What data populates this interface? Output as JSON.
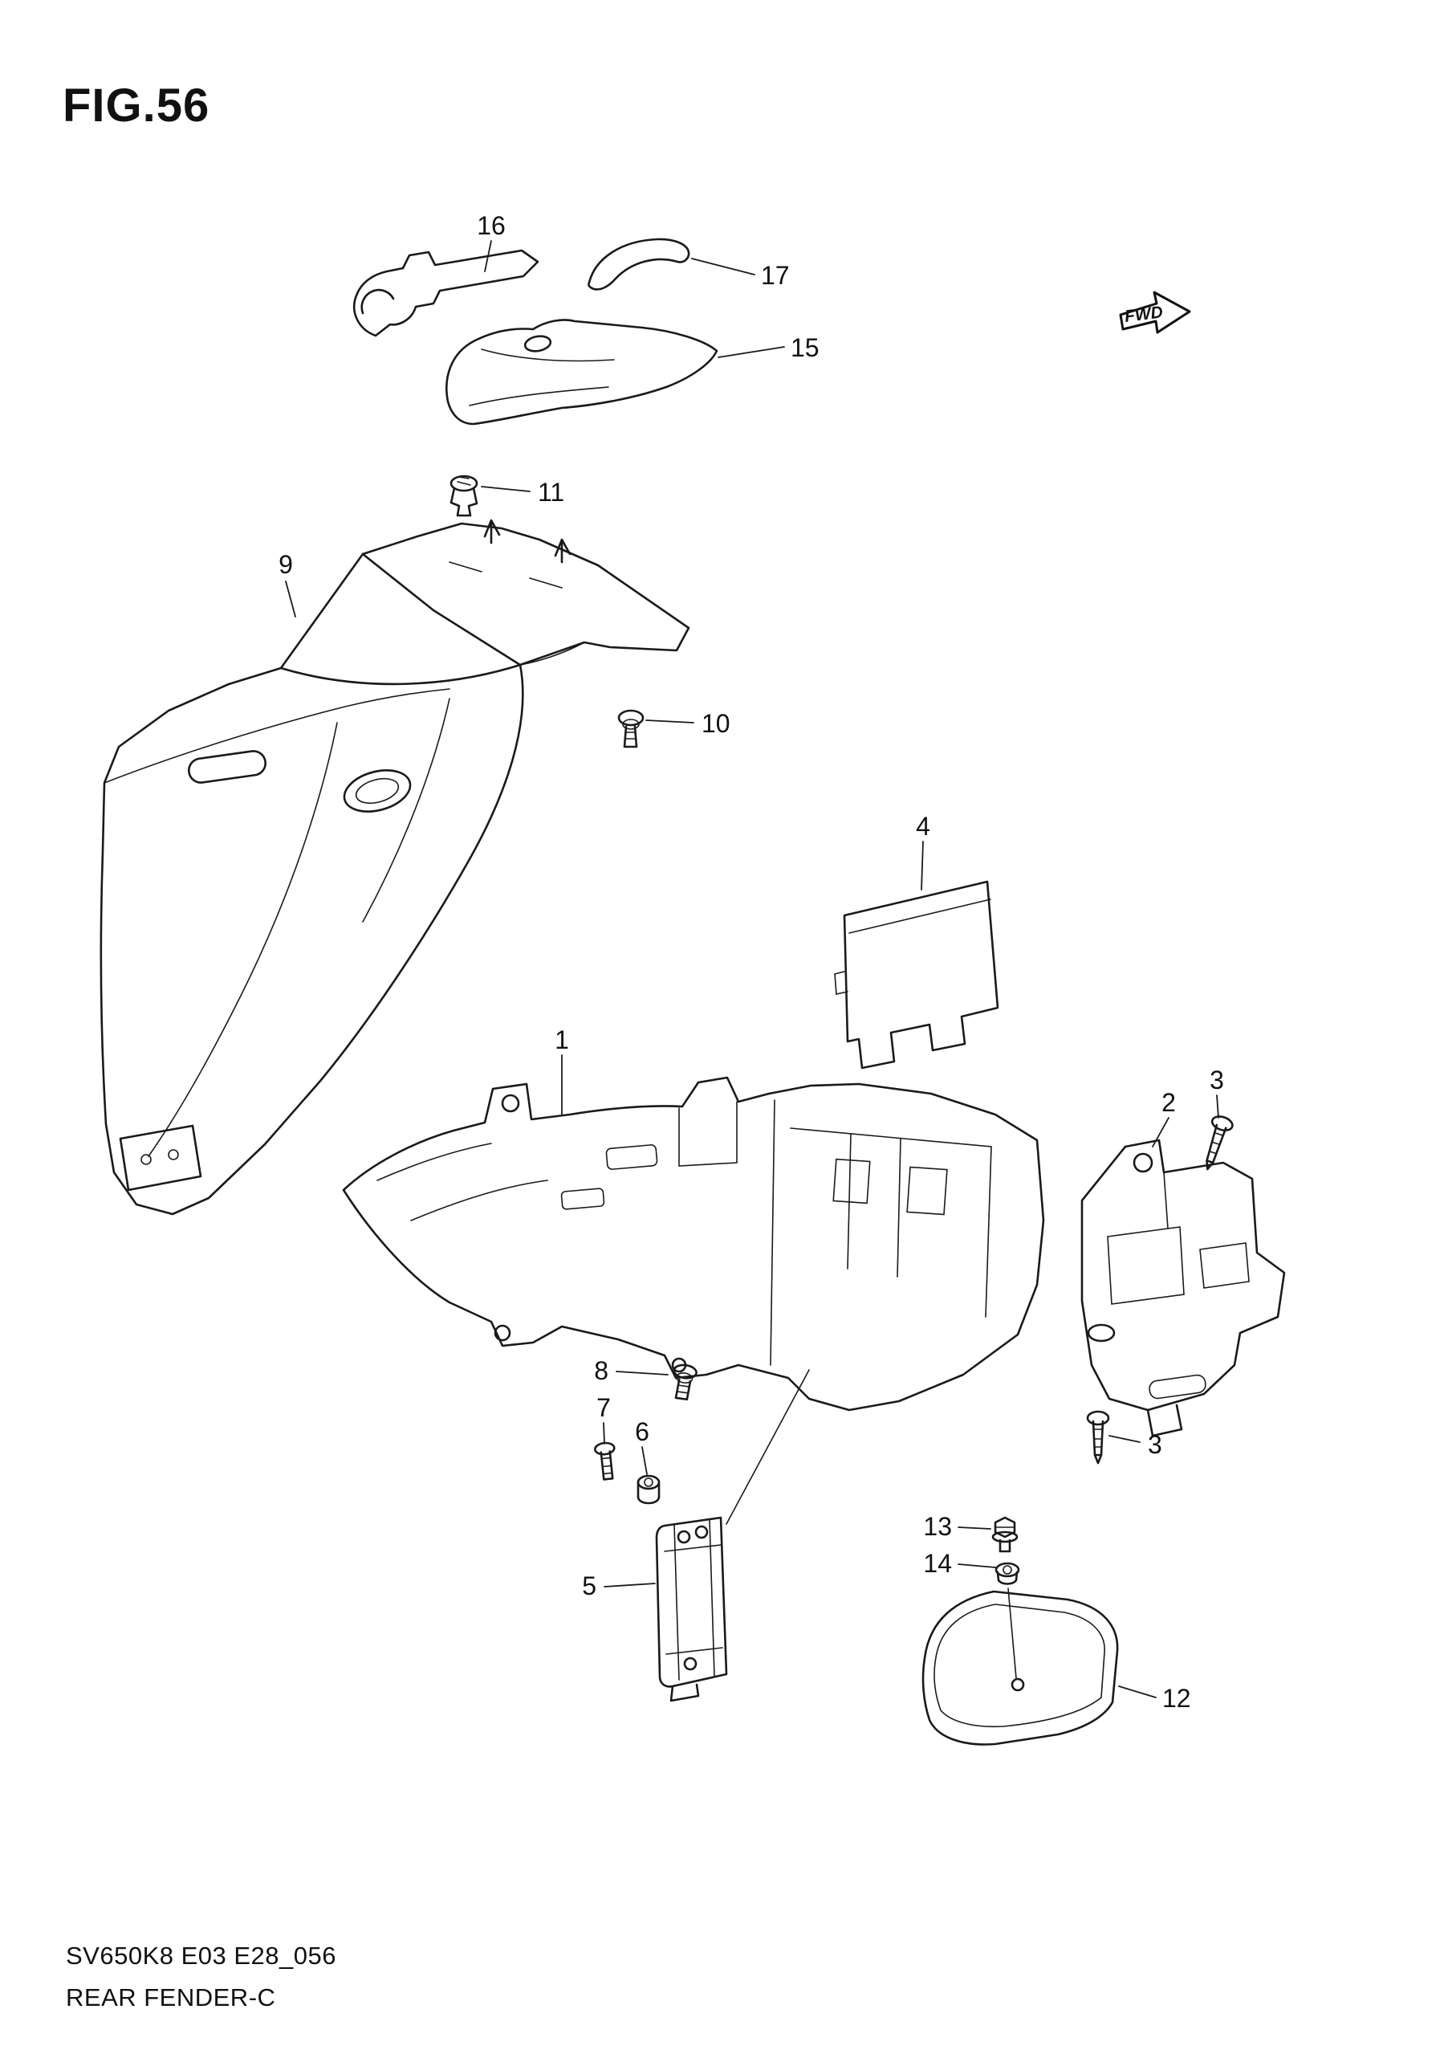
{
  "figure": {
    "title": "FIG.56",
    "code": "SV650K8 E03 E28_056",
    "name": "REAR FENDER-C",
    "fwd_label": "FWD"
  },
  "colors": {
    "ink": "#1a1a1a",
    "background": "#ffffff"
  },
  "callouts": {
    "c1": "1",
    "c2": "2",
    "c3a": "3",
    "c3b": "3",
    "c4": "4",
    "c5": "5",
    "c6": "6",
    "c7": "7",
    "c8": "8",
    "c9": "9",
    "c10": "10",
    "c11": "11",
    "c12": "12",
    "c13": "13",
    "c14": "14",
    "c15": "15",
    "c16": "16",
    "c17": "17"
  }
}
